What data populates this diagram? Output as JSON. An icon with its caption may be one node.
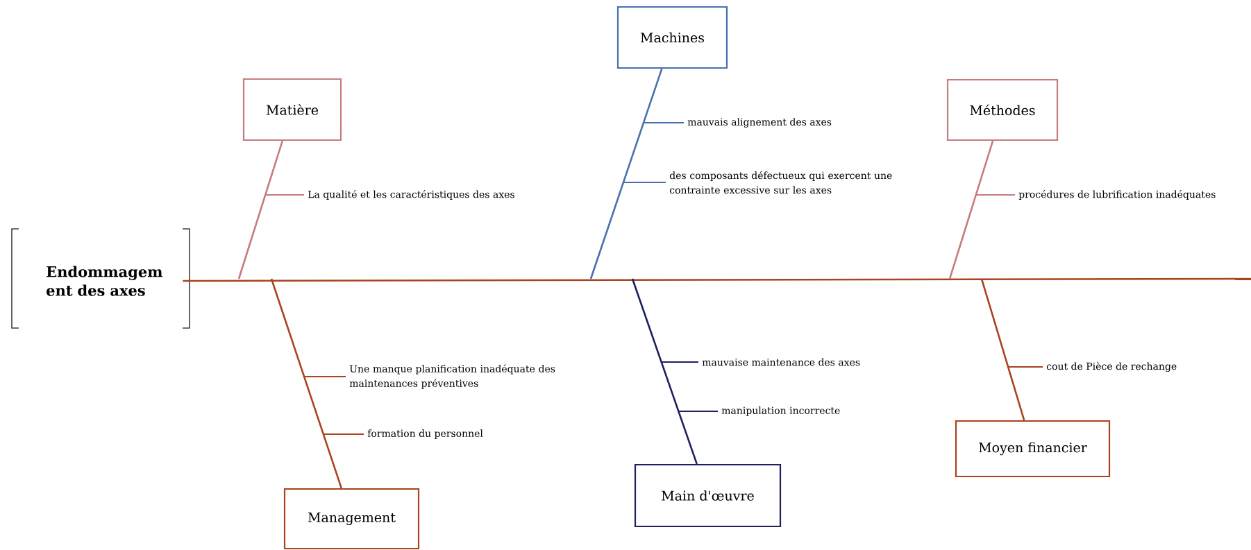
{
  "diagram": {
    "nodes": [
      {
        "text": [
          "Endommagem ent des axes"
        ]
      },
      {
        "text": [
          "Matière"
        ]
      },
      {
        "text": [
          "La qualité et les caractéristiques des axes"
        ]
      },
      {
        "text": [
          "Machines"
        ]
      },
      {
        "text": [
          "mauvais alignement des axes"
        ]
      },
      {
        "text": [
          "des composants défectueux qui exercent une contrainte excessive sur les axes"
        ]
      },
      {
        "text": [
          "Méthodes"
        ]
      },
      {
        "text": [
          "procédures de lubrification inadéquates"
        ]
      },
      {
        "text": [
          "Une manque  planification inadéquate des maintenances préventives"
        ]
      },
      {
        "text": [
          "formation du personnel"
        ]
      },
      {
        "text": [
          "Management"
        ]
      },
      {
        "text": [
          "mauvaise maintenance des axes"
        ]
      },
      {
        "text": [
          "manipulation incorrecte"
        ]
      },
      {
        "text": [
          "Main d'œuvre"
        ]
      },
      {
        "text": [
          "cout de Pièce  de rechange"
        ]
      },
      {
        "text": [
          "Moyen financier"
        ]
      }
    ],
    "edges": [
      {
        "from": 0,
        "to": null,
        "arrow": "none"
      },
      {
        "from": 1,
        "to": null,
        "arrow": "none",
        "color": "#c97b7b"
      },
      {
        "from": 2,
        "to": null,
        "arrow": "none",
        "color": "#c97b7b"
      },
      {
        "from": 3,
        "to": null,
        "arrow": "none",
        "color": "#4a6fb0"
      },
      {
        "from": 4,
        "to": null,
        "arrow": "none",
        "color": "#4a6fb0"
      },
      {
        "from": 5,
        "to": null,
        "arrow": "none",
        "color": "#4a6fb0"
      },
      {
        "from": 6,
        "to": null,
        "arrow": "none",
        "color": "#c97b7b"
      },
      {
        "from": 7,
        "to": null,
        "arrow": "none",
        "color": "#c97b7b"
      },
      {
        "from": 10,
        "to": null,
        "arrow": "none"
      },
      {
        "from": 8,
        "to": null,
        "arrow": "none"
      },
      {
        "from": 9,
        "to": null,
        "arrow": "none"
      },
      {
        "from": 13,
        "to": null,
        "arrow": "none",
        "color": "#1c2060"
      },
      {
        "from": 11,
        "to": null,
        "arrow": "none",
        "color": "#1c2060"
      },
      {
        "from": 12,
        "to": null,
        "arrow": "none",
        "color": "#1c2060"
      },
      {
        "from": 15,
        "to": null,
        "arrow": "none"
      },
      {
        "from": 14,
        "to": null,
        "arrow": "none"
      }
    ]
  }
}
